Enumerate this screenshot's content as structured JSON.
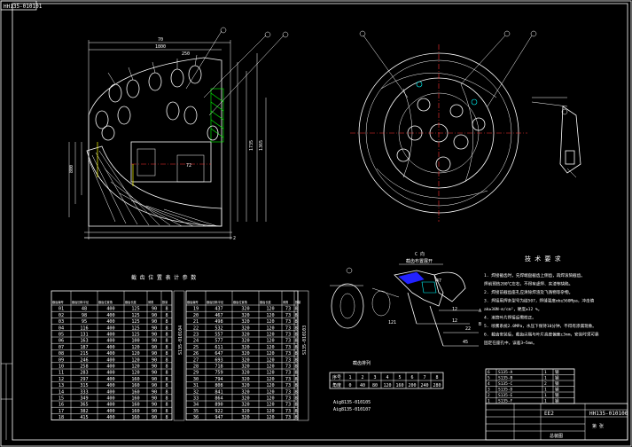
{
  "corner_code": "HH135-010101",
  "title_block_code": "HH135-010100",
  "title_block_sheet": "EE2",
  "title_block_page_label": "第 张",
  "title_block_drawing_label": "总装图",
  "left_table_title": "截 齿 位 置 表 计 参 数",
  "left_table_side_label": "S135-010104",
  "right_table_side_label": "S135-010103",
  "technical_requirements_title": "技 术 要 求",
  "technical_requirements": [
    "1. 焊接截齿时，先焊端盘截齿上侧齿，再焊滚筒截齿。",
    "   焊前预热200℃左右，不得有虚焊、夹渣等缺陷。",
    "2. 焊接前截齿座孔应清除焊渣及飞溅物等杂物。",
    "3. 焊接用焊条型号为结507，焊缝强度σb≥560Mpa，冲击值",
    "   ak≥30N·m/cm²，硬度≥12 %。",
    "4. 滚筒叶片焊接后需校正。",
    "5. 喷雾系统2.0MPa，水压下保持10分钟，不得有渗漏现象。",
    "6. 截齿安装后，截齿尖端与叶片高度偏差±3mm，安装时须可靠",
    "   固定在座孔中，误差3~5mm。"
  ],
  "section_view_label": "C 向",
  "section_view_sublabel": "截齿布置展开",
  "small_table_title": "截齿排列",
  "notes_lines": [
    "Aig8135-010105",
    "Aig8135-010107"
  ],
  "dimension_labels": [
    "70",
    "1800",
    "250",
    "1735",
    "1365",
    "800",
    "2",
    "72"
  ],
  "section_angles": [
    "47",
    "12",
    "12",
    "22",
    "121",
    "45",
    "A",
    "B"
  ],
  "left_table": {
    "headers": [
      "截齿编号",
      "截齿回转半径",
      "截齿位置角",
      "截齿长度",
      "倾角",
      "数量"
    ],
    "rows": [
      [
        "01",
        "48",
        "400",
        "125",
        "90",
        "8"
      ],
      [
        "02",
        "98",
        "400",
        "125",
        "90",
        "8"
      ],
      [
        "03",
        "95",
        "400",
        "125",
        "90",
        "8"
      ],
      [
        "04",
        "116",
        "400",
        "125",
        "90",
        "8"
      ],
      [
        "05",
        "131",
        "400",
        "125",
        "90",
        "8"
      ],
      [
        "06",
        "163",
        "400",
        "100",
        "90",
        "8"
      ],
      [
        "07",
        "187",
        "400",
        "120",
        "90",
        "8"
      ],
      [
        "08",
        "215",
        "400",
        "120",
        "90",
        "8"
      ],
      [
        "09",
        "246",
        "400",
        "120",
        "90",
        "8"
      ],
      [
        "10",
        "258",
        "400",
        "120",
        "90",
        "8"
      ],
      [
        "11",
        "283",
        "400",
        "120",
        "90",
        "8"
      ],
      [
        "12",
        "297",
        "400",
        "160",
        "90",
        "8"
      ],
      [
        "13",
        "315",
        "400",
        "160",
        "90",
        "8"
      ],
      [
        "14",
        "333",
        "400",
        "160",
        "90",
        "8"
      ],
      [
        "15",
        "349",
        "400",
        "160",
        "90",
        "8"
      ],
      [
        "16",
        "365",
        "400",
        "160",
        "90",
        "8"
      ],
      [
        "17",
        "382",
        "400",
        "160",
        "90",
        "8"
      ],
      [
        "18",
        "415",
        "400",
        "160",
        "90",
        "8"
      ]
    ]
  },
  "right_table": {
    "headers": [
      "截齿编号",
      "截齿回转半径",
      "截齿位置角",
      "截齿长度",
      "倾角",
      "数量"
    ],
    "rows": [
      [
        "19",
        "437",
        "320",
        "120",
        "73",
        "8"
      ],
      [
        "20",
        "467",
        "320",
        "120",
        "73",
        "8"
      ],
      [
        "21",
        "498",
        "320",
        "120",
        "73",
        "8"
      ],
      [
        "22",
        "532",
        "320",
        "120",
        "73",
        "8"
      ],
      [
        "23",
        "557",
        "320",
        "120",
        "73",
        "8"
      ],
      [
        "24",
        "577",
        "320",
        "120",
        "73",
        "8"
      ],
      [
        "25",
        "611",
        "320",
        "120",
        "73",
        "8"
      ],
      [
        "26",
        "647",
        "320",
        "120",
        "73",
        "8"
      ],
      [
        "27",
        "693",
        "320",
        "120",
        "73",
        "8"
      ],
      [
        "28",
        "718",
        "320",
        "120",
        "73",
        "8"
      ],
      [
        "29",
        "759",
        "320",
        "120",
        "73",
        "8"
      ],
      [
        "30",
        "794",
        "320",
        "120",
        "73",
        "8"
      ],
      [
        "31",
        "808",
        "320",
        "120",
        "73",
        "8"
      ],
      [
        "32",
        "841",
        "320",
        "120",
        "73",
        "8"
      ],
      [
        "33",
        "864",
        "320",
        "120",
        "73",
        "8"
      ],
      [
        "34",
        "890",
        "320",
        "120",
        "73",
        "8"
      ],
      [
        "35",
        "922",
        "320",
        "120",
        "73",
        "8"
      ],
      [
        "36",
        "947",
        "320",
        "120",
        "73",
        "8"
      ]
    ]
  },
  "small_table": {
    "rows": [
      [
        "序号",
        "1",
        "2",
        "3",
        "4",
        "5",
        "6",
        "7",
        "8"
      ],
      [
        "角度",
        "0",
        "40",
        "80",
        "120",
        "160",
        "200",
        "240",
        "280"
      ]
    ]
  },
  "parts_list": {
    "rows": [
      [
        "6",
        "S135-A",
        "1",
        "钢"
      ],
      [
        "5",
        "S135-B",
        "1",
        "钢"
      ],
      [
        "4",
        "S135-C",
        "2",
        "钢"
      ],
      [
        "3",
        "S135-D",
        "1",
        "钢"
      ],
      [
        "2",
        "S135-E",
        "1",
        "钢"
      ],
      [
        "1",
        "S135-F",
        "1",
        "钢"
      ]
    ]
  }
}
